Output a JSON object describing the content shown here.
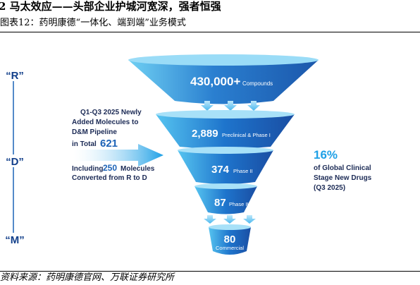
{
  "section_heading": {
    "number": "2",
    "title": "马太效应——头部企业护城河宽深，强者恒强"
  },
  "figure_caption": "图表12：药明康德“一体化、端到端”业务模式",
  "source_note": "资料来源：药明康德官网、万联证券研究所",
  "stages": {
    "r": {
      "label": "“R”",
      "value": "430,000+",
      "sub": "Compounds"
    },
    "d": {
      "label": "“D”"
    },
    "m": {
      "label": "“M”"
    }
  },
  "funnel_levels": [
    {
      "value": "2,889",
      "sub": "Preclinical & Phase I"
    },
    {
      "value": "374",
      "sub": "Phase II"
    },
    {
      "value": "87",
      "sub": "Phase III"
    },
    {
      "value": "80",
      "sub": "Commercial"
    }
  ],
  "left_note": {
    "line1": "Q1-Q3 2025 Newly",
    "line2": "Added Molecules to",
    "line3": "D&M Pipeline",
    "total_label": "in Total",
    "total_value": "621",
    "including_label": "Including",
    "including_value": "250",
    "including_suffix": "Molecules",
    "line_last": "Converted from R to D"
  },
  "right_note": {
    "percent": "16%",
    "line1": "of Global Clinical",
    "line2": "Stage New Drugs",
    "line3": "(Q3 2025)"
  },
  "colors": {
    "brand_blue": "#1c63b7",
    "dark_blue": "#123f8a",
    "light_blue": "#5fc3ef",
    "accent_blue": "#1ea0e6",
    "text_dark": "#1b2a55"
  }
}
